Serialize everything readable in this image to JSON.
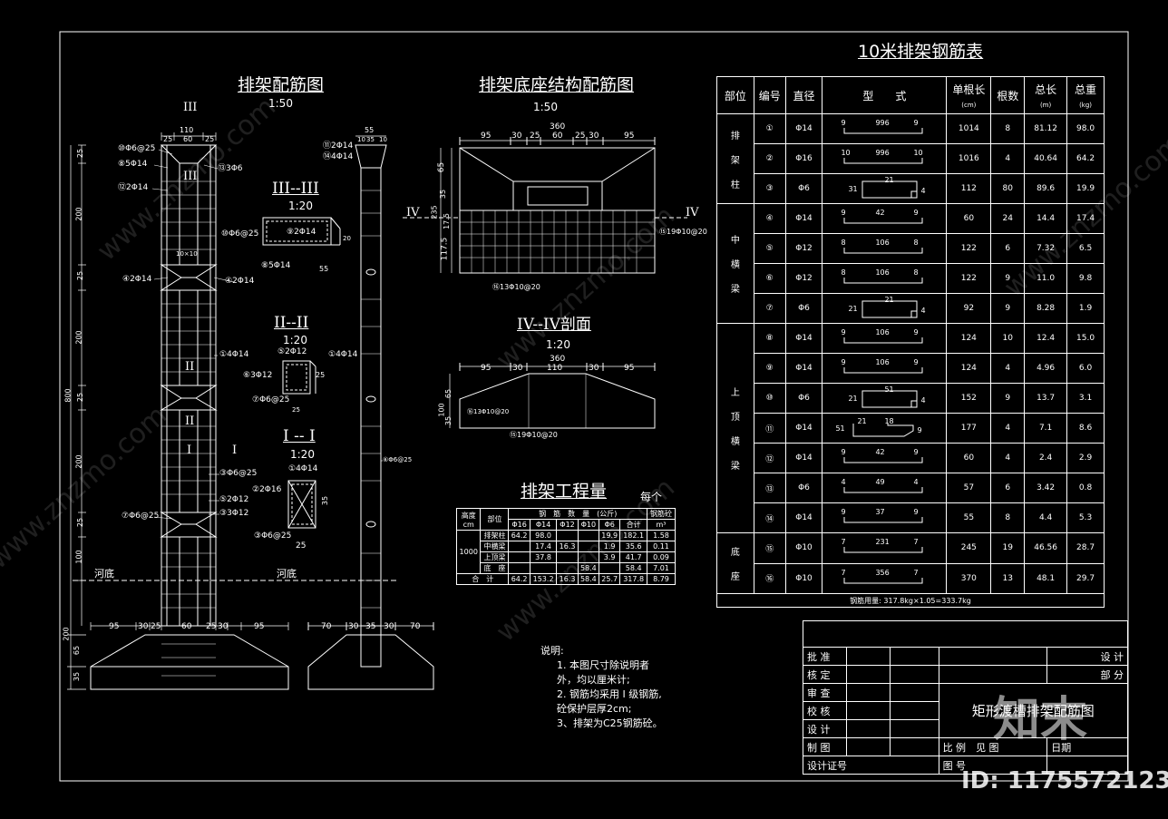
{
  "drawing": {
    "main_title": "排架配筋图",
    "main_scale": "1:50",
    "base_title": "排架底座结构配筋图",
    "base_scale": "1:50",
    "sec3_title": "III--III",
    "sec3_scale": "1:20",
    "sec2_title": "II--II",
    "sec2_scale": "1:20",
    "sec1_title": "I -- I",
    "sec1_scale": "1:20",
    "sec4_title": "IV--IV剖面",
    "sec4_scale": "1:20",
    "riverbed": "河底",
    "dims": {
      "top": [
        "110",
        "25",
        "60",
        "25"
      ],
      "left_vert": [
        "25",
        "200",
        "25",
        "200",
        "800",
        "25",
        "200",
        "25",
        "100",
        "200",
        "65",
        "35"
      ],
      "bottom": [
        "95",
        "30",
        "25",
        "60",
        "25",
        "30",
        "95"
      ],
      "right_bottom": [
        "70",
        "30",
        "35",
        "30",
        "70"
      ],
      "right_top": [
        "55",
        "10",
        "35",
        "10"
      ],
      "base_top": [
        "360",
        "95",
        "30",
        "25",
        "60",
        "25",
        "30",
        "95"
      ],
      "base_left": [
        "65",
        "35",
        "235",
        "17.5",
        "117.5"
      ],
      "iv_top": [
        "360",
        "95",
        "30",
        "110",
        "30",
        "95"
      ],
      "iv_left": [
        "65",
        "100",
        "35"
      ]
    },
    "labels": {
      "m10": "⑩Φ6@25",
      "m8": "⑧5Φ14",
      "m12": "⑫2Φ14",
      "m13": "⑬3Φ6",
      "m4": "④2Φ14",
      "m4r": "④2Φ14",
      "m1": "①4Φ14",
      "m1r": "①4Φ14",
      "m6": "③Φ6@25",
      "m5": "⑤2Φ12",
      "m7": "⑦Φ6@25",
      "m3": "③3Φ12",
      "r11": "⑪2Φ14",
      "r14": "⑭4Φ14",
      "r6": "⑥Φ6@25",
      "b15": "⑮19Φ10@20",
      "b16": "⑯13Φ10@20",
      "iv15": "⑮19Φ10@20",
      "iv16": "⑯13Φ10@20",
      "grid": "10×10",
      "s3a": "⑩Φ6@25",
      "s3b": "⑨2Φ14",
      "s3c": "⑧5Φ14",
      "s3d": "55",
      "s3e": "20",
      "s2a": "⑤2Φ12",
      "s2b": "⑥3Φ12",
      "s2c": "⑦Φ6@25",
      "s2d": "25",
      "s2e": "25",
      "s1a": "①4Φ14",
      "s1b": "②2Φ16",
      "s1c": "③Φ6@25",
      "s1d": "25",
      "s1e": "35"
    },
    "roman": [
      "III",
      "III",
      "II",
      "II",
      "I",
      "I",
      "IV",
      "IV"
    ]
  },
  "rebar_table": {
    "title": "10米排架钢筋表",
    "headers": [
      "部位",
      "编号",
      "直径",
      "型　　式",
      "单根长",
      "(cm)",
      "根数",
      "总长",
      "(m)",
      "总重",
      "(kg)"
    ],
    "groups": [
      {
        "name": [
          "排",
          "架",
          "柱"
        ],
        "rows": 3
      },
      {
        "name": [
          "中",
          "横",
          "梁"
        ],
        "rows": 4
      },
      {
        "name": [
          "上",
          "顶",
          "横",
          "梁"
        ],
        "rows": 7
      },
      {
        "name": [
          "底",
          "座"
        ],
        "rows": 2
      }
    ],
    "rows": [
      {
        "no": "①",
        "dia": "Φ14",
        "shape": {
          "type": "bar",
          "l": "9",
          "m": "996",
          "r": "9"
        },
        "len": "1014",
        "cnt": "8",
        "total": "81.12",
        "weight": "98.0"
      },
      {
        "no": "②",
        "dia": "Φ16",
        "shape": {
          "type": "bar",
          "l": "10",
          "m": "996",
          "r": "10"
        },
        "len": "1016",
        "cnt": "4",
        "total": "40.64",
        "weight": "64.2"
      },
      {
        "no": "③",
        "dia": "Φ6",
        "shape": {
          "type": "stirrup",
          "l": "31",
          "m": "21",
          "r": "4"
        },
        "len": "112",
        "cnt": "80",
        "total": "89.6",
        "weight": "19.9"
      },
      {
        "no": "④",
        "dia": "Φ14",
        "shape": {
          "type": "bar",
          "l": "9",
          "m": "42",
          "r": "9"
        },
        "len": "60",
        "cnt": "24",
        "total": "14.4",
        "weight": "17.4"
      },
      {
        "no": "⑤",
        "dia": "Φ12",
        "shape": {
          "type": "bar",
          "l": "8",
          "m": "106",
          "r": "8"
        },
        "len": "122",
        "cnt": "6",
        "total": "7.32",
        "weight": "6.5"
      },
      {
        "no": "⑥",
        "dia": "Φ12",
        "shape": {
          "type": "bar",
          "l": "8",
          "m": "106",
          "r": "8"
        },
        "len": "122",
        "cnt": "9",
        "total": "11.0",
        "weight": "9.8"
      },
      {
        "no": "⑦",
        "dia": "Φ6",
        "shape": {
          "type": "stirrup",
          "l": "21",
          "m": "21",
          "r": "4"
        },
        "len": "92",
        "cnt": "9",
        "total": "8.28",
        "weight": "1.9"
      },
      {
        "no": "⑧",
        "dia": "Φ14",
        "shape": {
          "type": "bar",
          "l": "9",
          "m": "106",
          "r": "9"
        },
        "len": "124",
        "cnt": "10",
        "total": "12.4",
        "weight": "15.0"
      },
      {
        "no": "⑨",
        "dia": "Φ14",
        "shape": {
          "type": "bar",
          "l": "9",
          "m": "106",
          "r": "9"
        },
        "len": "124",
        "cnt": "4",
        "total": "4.96",
        "weight": "6.0"
      },
      {
        "no": "⑩",
        "dia": "Φ6",
        "shape": {
          "type": "stirrup",
          "l": "21",
          "m": "51",
          "r": "4"
        },
        "len": "152",
        "cnt": "9",
        "total": "13.7",
        "weight": "3.1"
      },
      {
        "no": "⑪",
        "dia": "Φ14",
        "shape": {
          "type": "bent",
          "l": "51",
          "m": "21",
          "m2": "18",
          "r": "9"
        },
        "len": "177",
        "cnt": "4",
        "total": "7.1",
        "weight": "8.6"
      },
      {
        "no": "⑫",
        "dia": "Φ14",
        "shape": {
          "type": "bar",
          "l": "9",
          "m": "42",
          "r": "9"
        },
        "len": "60",
        "cnt": "4",
        "total": "2.4",
        "weight": "2.9"
      },
      {
        "no": "⑬",
        "dia": "Φ6",
        "shape": {
          "type": "bar",
          "l": "4",
          "m": "49",
          "r": "4"
        },
        "len": "57",
        "cnt": "6",
        "total": "3.42",
        "weight": "0.8"
      },
      {
        "no": "⑭",
        "dia": "Φ14",
        "shape": {
          "type": "bar",
          "l": "9",
          "m": "37",
          "r": "9"
        },
        "len": "55",
        "cnt": "8",
        "total": "4.4",
        "weight": "5.3"
      },
      {
        "no": "⑮",
        "dia": "Φ10",
        "shape": {
          "type": "bar",
          "l": "7",
          "m": "231",
          "r": "7"
        },
        "len": "245",
        "cnt": "19",
        "total": "46.56",
        "weight": "28.7"
      },
      {
        "no": "⑯",
        "dia": "Φ10",
        "shape": {
          "type": "bar",
          "l": "7",
          "m": "356",
          "r": "7"
        },
        "len": "370",
        "cnt": "13",
        "total": "48.1",
        "weight": "29.7"
      }
    ],
    "footer": "钢筋用量: 317.8kg×1.05=333.7kg"
  },
  "qty_table": {
    "title": "排架工程量",
    "per": "每个",
    "h_height": "高度",
    "h_cm": "cm",
    "h_part": "部位",
    "h_steel": "钢　筋　数　量　(公斤)",
    "h_conc": "钢筋砼",
    "h_m3": "m³",
    "sub": [
      "Φ16",
      "Φ14",
      "Φ12",
      "Φ10",
      "Φ6",
      "合计"
    ],
    "height": "1000",
    "rows": [
      {
        "part": "排架柱",
        "v": [
          "64.2",
          "98.0",
          "",
          "",
          "19.9",
          "182.1",
          "1.58"
        ]
      },
      {
        "part": "中横梁",
        "v": [
          "",
          "17.4",
          "16.3",
          "",
          "1.9",
          "35.6",
          "0.11"
        ]
      },
      {
        "part": "上顶梁",
        "v": [
          "",
          "37.8",
          "",
          "",
          "3.9",
          "41.7",
          "0.09"
        ]
      },
      {
        "part": "底　座",
        "v": [
          "",
          "",
          "",
          "58.4",
          "",
          "58.4",
          "7.01"
        ]
      }
    ],
    "total": {
      "part": "合　计",
      "v": [
        "64.2",
        "153.2",
        "16.3",
        "58.4",
        "25.7",
        "317.8",
        "8.79"
      ]
    }
  },
  "notes": {
    "title": "说明:",
    "lines": [
      "1. 本图尺寸除说明者",
      "外，均以厘米计;",
      "2. 钢筋均采用 I 级钢筋,",
      "砼保护层厚2cm;",
      "3、排架为C25钢筋砼。"
    ]
  },
  "title_block": {
    "rows": [
      "批 准",
      "核 定",
      "审 查",
      "校 核",
      "设 计",
      "制 图",
      "设计证号"
    ],
    "design": "设 计",
    "dept": "部 分",
    "drawing_name": "矩形渡槽排架配筋图",
    "scale": "比 例",
    "see": "见 图",
    "date": "日期",
    "drawing_no": "图 号"
  },
  "watermark": {
    "brand": "知末",
    "id": "ID: 1175572123",
    "text": "www.znzmo.com"
  }
}
